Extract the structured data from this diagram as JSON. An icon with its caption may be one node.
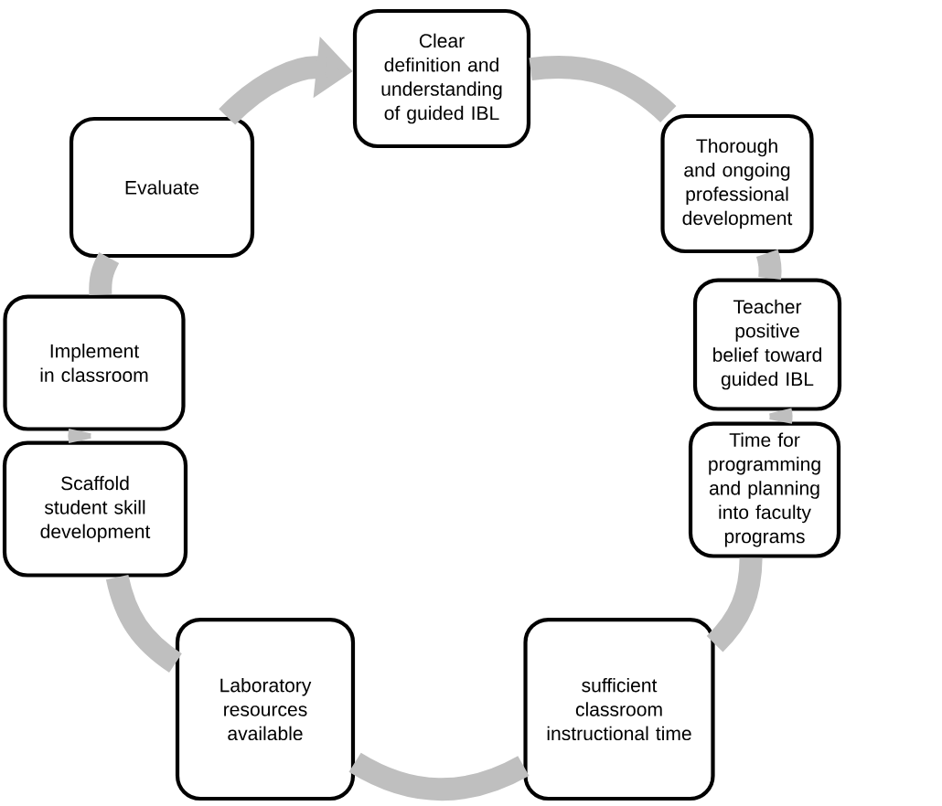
{
  "diagram": {
    "nodes": [
      {
        "text": [
          "Clear definition and understanding of guided IBL"
        ]
      },
      {
        "text": [
          "Thorough and ongoing professional development"
        ]
      },
      {
        "text": [
          "Teacher positive belief toward guided IBL"
        ]
      },
      {
        "text": [
          "Time for programming and planning into faculty programs"
        ]
      },
      {
        "text": [
          "sufficient classroom instructional time"
        ]
      },
      {
        "text": [
          "Laboratory resources available"
        ]
      },
      {
        "text": [
          "Scaffold student skill development"
        ]
      },
      {
        "text": [
          "Implement in classroom"
        ]
      },
      {
        "text": [
          "Evaluate"
        ]
      }
    ],
    "edges": [
      {
        "from": 0,
        "to": 1,
        "arrow": "none"
      },
      {
        "from": 1,
        "to": 2,
        "arrow": "none"
      },
      {
        "from": 2,
        "to": 3,
        "arrow": "none"
      },
      {
        "from": 3,
        "to": 4,
        "arrow": "none"
      },
      {
        "from": 4,
        "to": 5,
        "arrow": "none"
      },
      {
        "from": 5,
        "to": 6,
        "arrow": "none"
      },
      {
        "from": 6,
        "to": 7,
        "arrow": "none"
      },
      {
        "from": 7,
        "to": 8,
        "arrow": "none"
      },
      {
        "from": 8,
        "to": 0,
        "arrow": "to"
      }
    ]
  }
}
